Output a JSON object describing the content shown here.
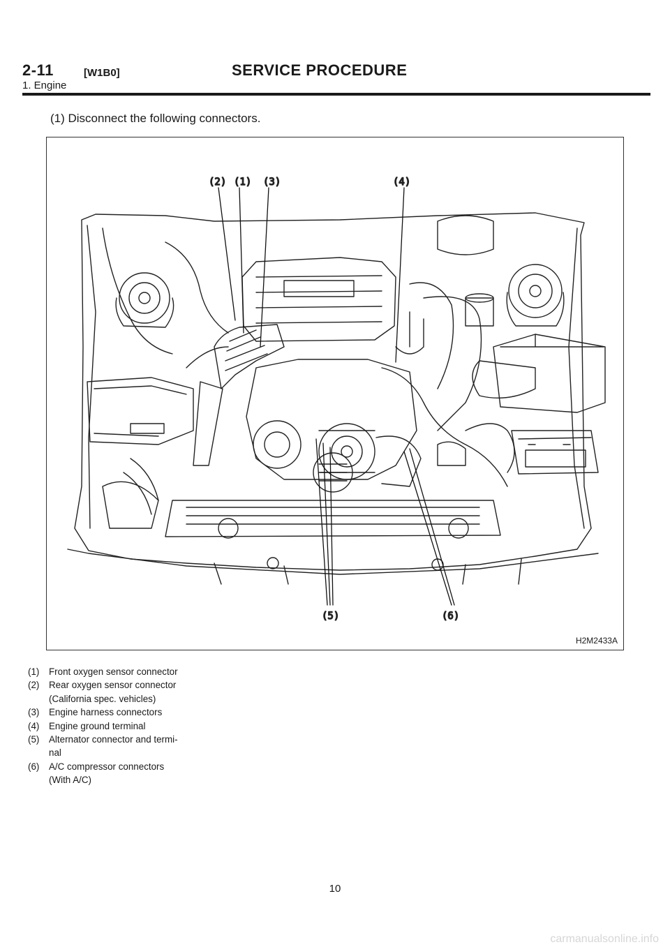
{
  "header": {
    "section_number": "2-11",
    "section_code": "[W1B0]",
    "section_title": "SERVICE PROCEDURE",
    "subsection": "1. Engine"
  },
  "step": "(1) Disconnect the following connectors.",
  "figure": {
    "code": "H2M2433A",
    "callouts": [
      "(2)",
      "(1)",
      "(3)",
      "(4)",
      "(5)",
      "(6)"
    ]
  },
  "legend": [
    {
      "num": "(1)",
      "text": "Front oxygen sensor connector",
      "cont": ""
    },
    {
      "num": "(2)",
      "text": "Rear oxygen sensor connector",
      "cont": "(California spec. vehicles)"
    },
    {
      "num": "(3)",
      "text": "Engine harness connectors",
      "cont": ""
    },
    {
      "num": "(4)",
      "text": "Engine ground terminal",
      "cont": ""
    },
    {
      "num": "(5)",
      "text": "Alternator connector and termi-",
      "cont": "nal"
    },
    {
      "num": "(6)",
      "text": "A/C compressor connectors",
      "cont": "(With A/C)"
    }
  ],
  "page_number": "10",
  "watermark": "carmanualsonline.info"
}
